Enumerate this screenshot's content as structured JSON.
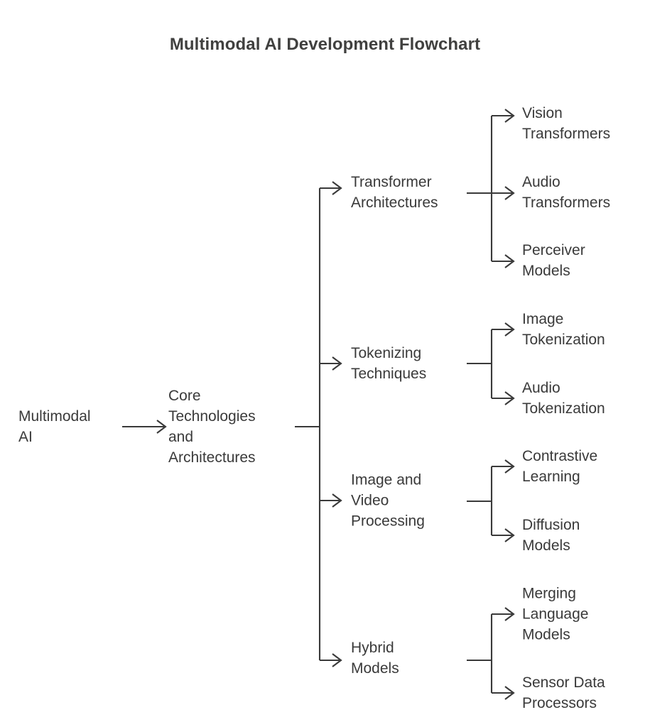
{
  "chart_data": {
    "type": "diagram",
    "diagram_type": "flowchart",
    "orientation": "left-to-right",
    "title": "Multimodal AI Development Flowchart",
    "background_color": "#ffffff",
    "text_color": "#3a3a3a",
    "connector_color": "#3a3a3a",
    "levels": 4,
    "nodes": [
      {
        "id": "root",
        "label": "Multimodal\nAI",
        "level": 0
      },
      {
        "id": "core",
        "label": "Core\nTechnologies\nand\nArchitectures",
        "level": 1
      },
      {
        "id": "transformer",
        "label": "Transformer\nArchitectures",
        "level": 2
      },
      {
        "id": "tokenizing",
        "label": "Tokenizing\nTechniques",
        "level": 2
      },
      {
        "id": "imagevideo",
        "label": "Image and\nVideo\nProcessing",
        "level": 2
      },
      {
        "id": "hybrid",
        "label": "Hybrid\nModels",
        "level": 2
      },
      {
        "id": "vision-transformers",
        "label": "Vision\nTransformers",
        "level": 3
      },
      {
        "id": "audio-transformers",
        "label": "Audio\nTransformers",
        "level": 3
      },
      {
        "id": "perceiver-models",
        "label": "Perceiver\nModels",
        "level": 3
      },
      {
        "id": "image-tokenization",
        "label": "Image\nTokenization",
        "level": 3
      },
      {
        "id": "audio-tokenization",
        "label": "Audio\nTokenization",
        "level": 3
      },
      {
        "id": "contrastive-learning",
        "label": "Contrastive\nLearning",
        "level": 3
      },
      {
        "id": "diffusion-models",
        "label": "Diffusion\nModels",
        "level": 3
      },
      {
        "id": "merging-language-models",
        "label": "Merging\nLanguage\nModels",
        "level": 3
      },
      {
        "id": "sensor-data-processors",
        "label": "Sensor Data\nProcessors",
        "level": 3
      }
    ],
    "edges": [
      {
        "from": "root",
        "to": "core"
      },
      {
        "from": "core",
        "to": "transformer"
      },
      {
        "from": "core",
        "to": "tokenizing"
      },
      {
        "from": "core",
        "to": "imagevideo"
      },
      {
        "from": "core",
        "to": "hybrid"
      },
      {
        "from": "transformer",
        "to": "vision-transformers"
      },
      {
        "from": "transformer",
        "to": "audio-transformers"
      },
      {
        "from": "transformer",
        "to": "perceiver-models"
      },
      {
        "from": "tokenizing",
        "to": "image-tokenization"
      },
      {
        "from": "tokenizing",
        "to": "audio-tokenization"
      },
      {
        "from": "imagevideo",
        "to": "contrastive-learning"
      },
      {
        "from": "imagevideo",
        "to": "diffusion-models"
      },
      {
        "from": "hybrid",
        "to": "merging-language-models"
      },
      {
        "from": "hybrid",
        "to": "sensor-data-processors"
      }
    ]
  },
  "title": "Multimodal AI Development Flowchart",
  "nodes": {
    "root": "Multimodal\nAI",
    "core": "Core\nTechnologies\nand\nArchitectures",
    "transformer": "Transformer\nArchitectures",
    "tokenizing": "Tokenizing\nTechniques",
    "imagevideo": "Image and\nVideo\nProcessing",
    "hybrid": "Hybrid\nModels",
    "vision_transformers": "Vision\nTransformers",
    "audio_transformers": "Audio\nTransformers",
    "perceiver_models": "Perceiver\nModels",
    "image_tokenization": "Image\nTokenization",
    "audio_tokenization": "Audio\nTokenization",
    "contrastive_learning": "Contrastive\nLearning",
    "diffusion_models": "Diffusion\nModels",
    "merging_language_models": "Merging\nLanguage\nModels",
    "sensor_data_processors": "Sensor Data\nProcessors"
  }
}
